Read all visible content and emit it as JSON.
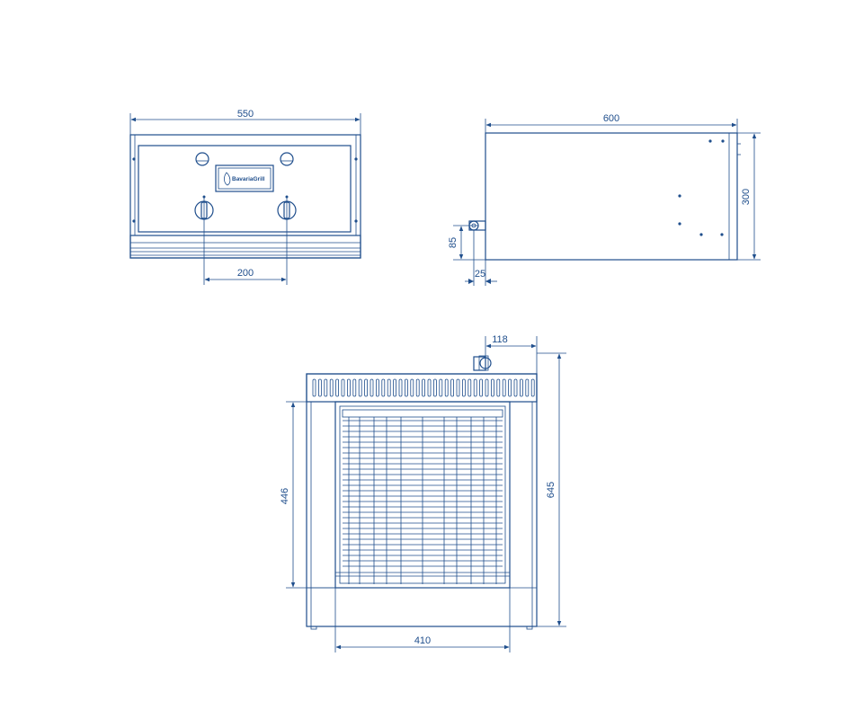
{
  "front_view": {
    "width_dim": "550",
    "knob_spacing_dim": "200",
    "logo_text": "BavariaGrill"
  },
  "side_view": {
    "depth_dim": "600",
    "height_dim": "300",
    "connector_height_dim": "85",
    "connector_offset_dim": "25"
  },
  "top_view": {
    "connector_offset_dim": "118",
    "grate_depth_dim": "446",
    "overall_depth_dim": "645",
    "grate_width_dim": "410"
  },
  "colors": {
    "line": "#1f4e8c",
    "background": "#ffffff"
  }
}
